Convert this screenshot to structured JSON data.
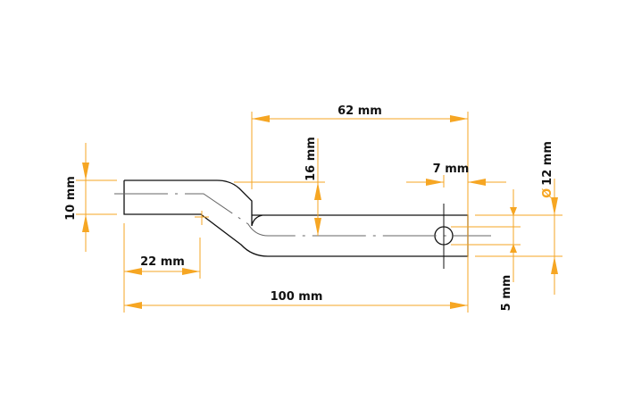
{
  "drawing": {
    "accent_color": "#f6a623",
    "dimensions": {
      "length_62": "62 mm",
      "hole_offset": "7 mm",
      "offset_height": "16 mm",
      "thickness_left": "10 mm",
      "bend_start": "22 mm",
      "total_length": "100 mm",
      "hole_size": "5 mm",
      "diameter_symbol": "Ø",
      "width_right": "12 mm"
    }
  }
}
